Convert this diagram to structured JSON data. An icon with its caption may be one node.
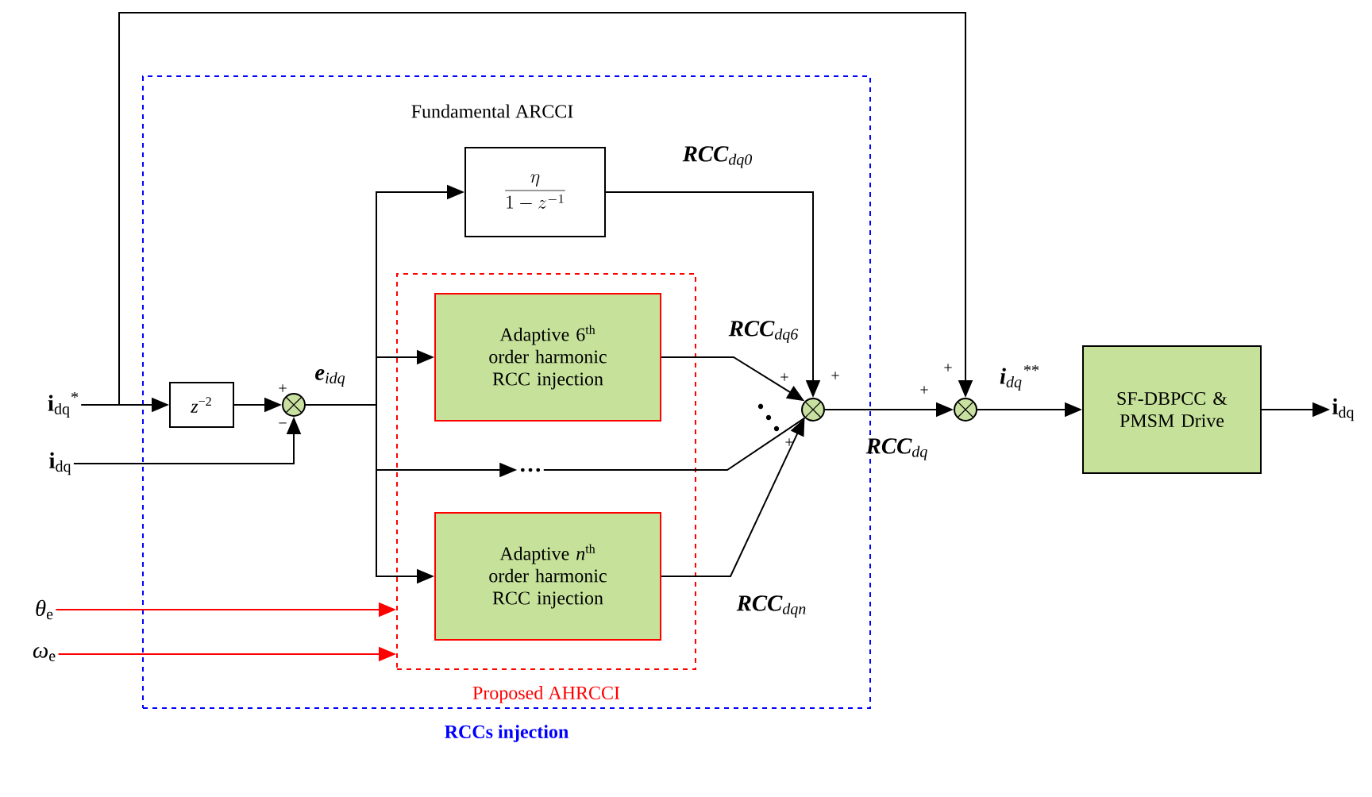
{
  "diagram": {
    "nodes": [
      {
        "text": [
          "RCCs injection"
        ]
      },
      {
        "text": [
          "Proposed AHRCCI"
        ],
        "in": 0
      },
      {
        "text": [
          "**i**$_{dq}$$^{*}$"
        ]
      },
      {
        "text": [
          "*z*$^{−2}$"
        ],
        "in": 0
      },
      {
        "text": [],
        "shape": "circle",
        "in": 0
      },
      {
        "text": [
          "**i**$_{dq}$"
        ]
      },
      {
        "text": [
          "\\frac{\\eta}{1-z^{-1}}"
        ],
        "in": 0
      },
      {
        "text": [
          "Adaptive 6$^{th}$ order harmonic RCC injection"
        ],
        "in": 1
      },
      {
        "text": [
          "…"
        ],
        "in": 1
      },
      {
        "text": [
          "Adaptive *n*$^{th}$ order harmonic RCC injection"
        ],
        "in": 1
      },
      {
        "text": [
          "*θ*$_{e}$"
        ]
      },
      {
        "text": [
          "*ω*$_{e}$"
        ]
      },
      {
        "text": [],
        "shape": "circle",
        "in": 0
      },
      {
        "text": [],
        "shape": "circle"
      },
      {
        "text": [
          "SF-DBPCC & PMSM Drive"
        ]
      },
      {
        "text": [
          "**i**$_{dq}$"
        ]
      }
    ],
    "edges": [
      {
        "from": 2,
        "to": 3,
        "arrow": "to"
      },
      {
        "from": 2,
        "to": 13,
        "arrow": "to"
      },
      {
        "from": 3,
        "to": 4,
        "arrow": "to"
      },
      {
        "from": 5,
        "to": 4,
        "arrow": "to"
      },
      {
        "from": 4,
        "to": 6,
        "arrow": "to"
      },
      {
        "from": 4,
        "to": 7,
        "arrow": "to"
      },
      {
        "from": 4,
        "to": 8,
        "arrow": "to"
      },
      {
        "from": 4,
        "to": 9,
        "arrow": "to"
      },
      {
        "from": 6,
        "to": 12,
        "arrow": "to",
        "label": "**RCC**$_{dq0}$"
      },
      {
        "from": 7,
        "to": 12,
        "arrow": "to",
        "label": "**RCC**$_{dq6}$"
      },
      {
        "from": 8,
        "to": 12,
        "arrow": "none"
      },
      {
        "from": 9,
        "to": 12,
        "arrow": "to",
        "label": "**RCC**$_{dqn}$"
      },
      {
        "from": 12,
        "to": 13,
        "arrow": "to",
        "label": "**RCC**$_{dq}$"
      },
      {
        "from": 13,
        "to": 14,
        "arrow": "to",
        "label": "**i**$_{dq}$$^{**}$"
      },
      {
        "from": 14,
        "to": 15,
        "arrow": "to"
      },
      {
        "from": 10,
        "to": 1,
        "arrow": "to",
        "color": "#ff0000"
      },
      {
        "from": 11,
        "to": 1,
        "arrow": "to",
        "color": "#ff0000"
      }
    ],
    "labels": [
      "Fundamental ARCCI",
      "**e**$_{idq}$",
      "+",
      "−",
      "+",
      "+",
      "+",
      "+",
      "+"
    ]
  }
}
